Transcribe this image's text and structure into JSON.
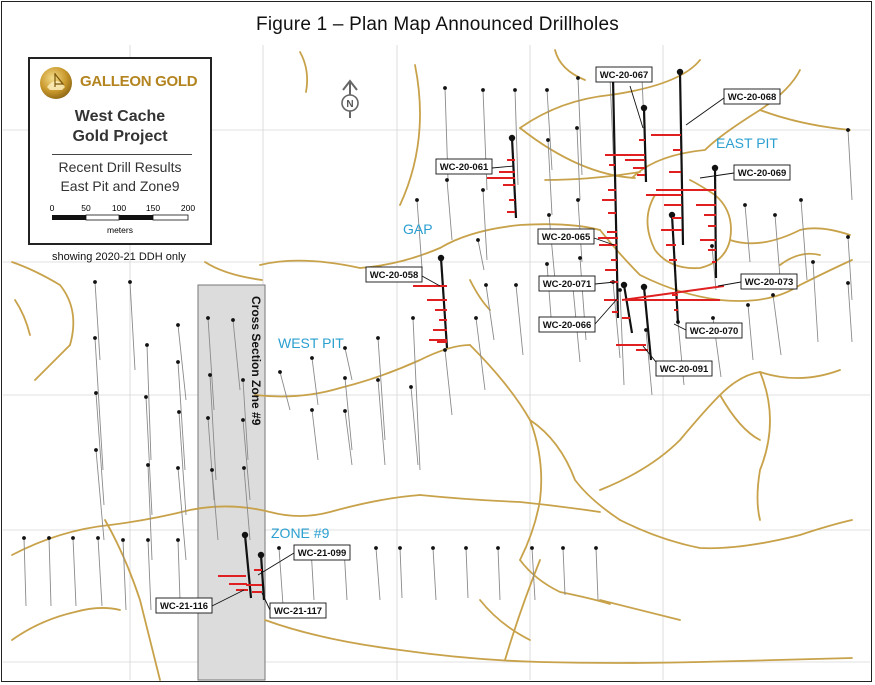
{
  "figure_title": "Figure 1 – Plan Map  Announced Drillholes",
  "legend": {
    "brand": "GALLEON GOLD",
    "project_line1": "West Cache",
    "project_line2": "Gold Project",
    "subtitle_line1": "Recent Drill Results",
    "subtitle_line2": "East Pit and Zone9",
    "scale_ticks": [
      "0",
      "50",
      "100",
      "150",
      "200"
    ],
    "scale_unit": "meters"
  },
  "note": "showing 2020-21 DDH only",
  "north_arrow_letter": "N",
  "areas": {
    "east_pit": "EAST PIT",
    "gap": "GAP",
    "west_pit": "WEST PIT",
    "zone9": "ZONE #9",
    "cross_section": "Cross Section Zone #9"
  },
  "drillholes": {
    "wc20_067": "WC-20-067",
    "wc20_068": "WC-20-068",
    "wc20_061": "WC-20-061",
    "wc20_069": "WC-20-069",
    "wc20_065": "WC-20-065",
    "wc20_058": "WC-20-058",
    "wc20_071": "WC-20-071",
    "wc20_073": "WC-20-073",
    "wc20_066": "WC-20-066",
    "wc20_070": "WC-20-070",
    "wc20_091": "WC-20-091",
    "wc21_099": "WC-21-099",
    "wc21_116": "WC-21-116",
    "wc21_117": "WC-21-117"
  },
  "colors": {
    "pit_outline": "#c8a24a",
    "trace": "#8a8a8a",
    "highlight_trace": "#111111",
    "assay_intercept": "#e02020",
    "area_label": "#2a9fd0",
    "section_band": "#dcdcdc",
    "brand": "#b3841f"
  }
}
